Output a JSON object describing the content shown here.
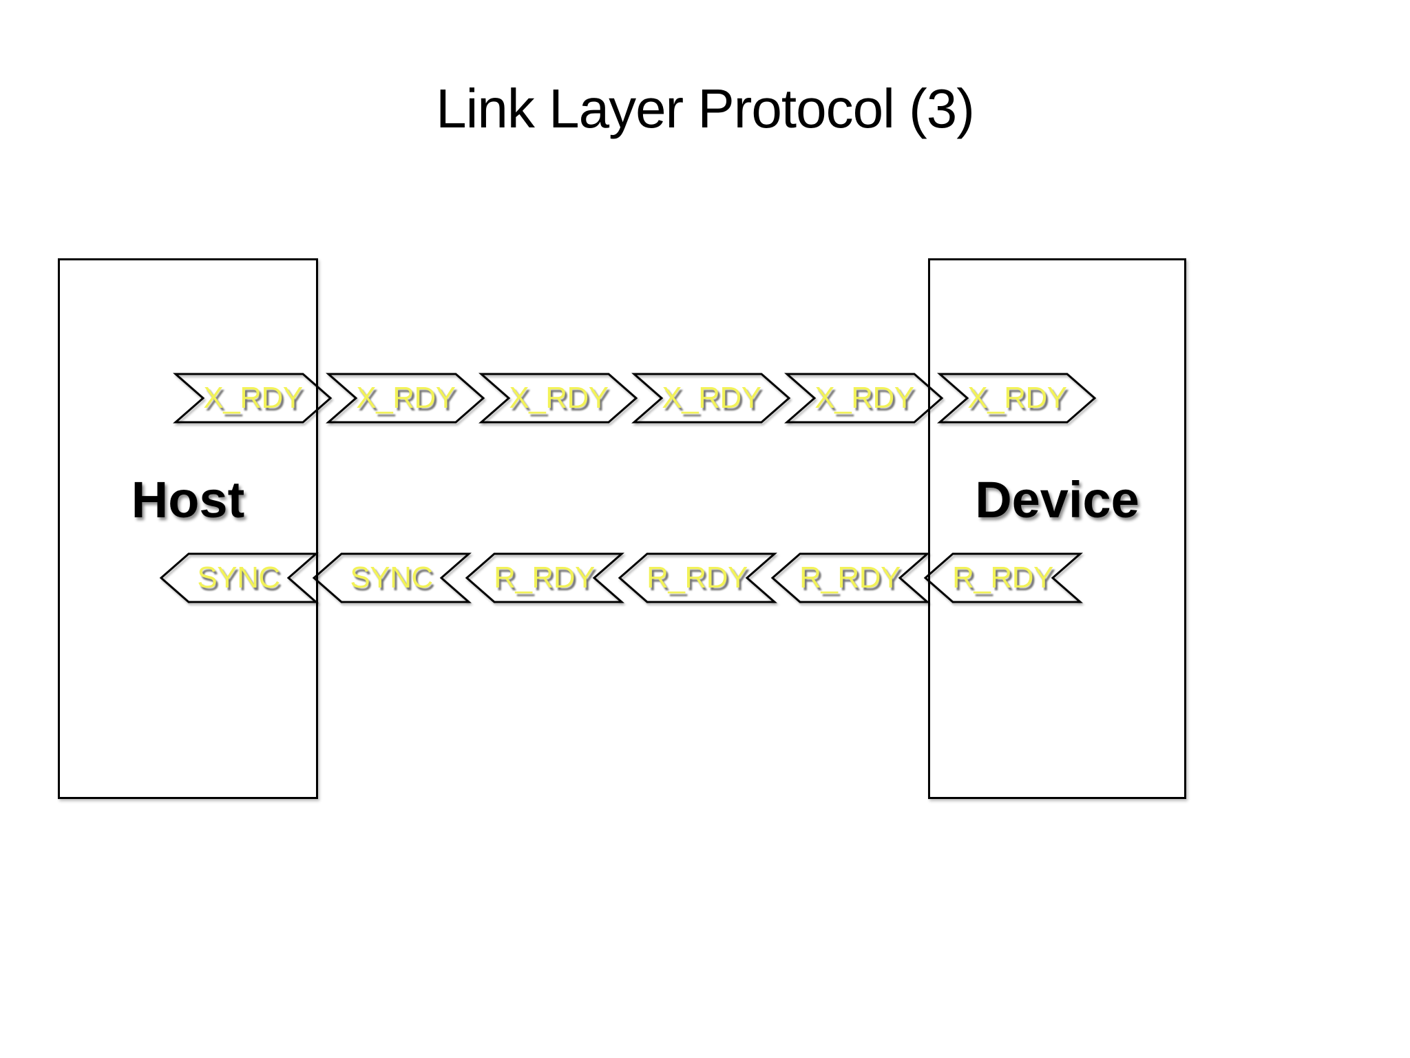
{
  "title": "Link Layer Protocol (3)",
  "host": {
    "label": "Host"
  },
  "device": {
    "label": "Device"
  },
  "arrows": {
    "top": [
      {
        "label": "X_RDY",
        "direction": "right",
        "from": "host",
        "to": "device"
      },
      {
        "label": "X_RDY",
        "direction": "right",
        "from": "host",
        "to": "device"
      },
      {
        "label": "X_RDY",
        "direction": "right",
        "from": "host",
        "to": "device"
      },
      {
        "label": "X_RDY",
        "direction": "right",
        "from": "host",
        "to": "device"
      },
      {
        "label": "X_RDY",
        "direction": "right",
        "from": "host",
        "to": "device"
      },
      {
        "label": "X_RDY",
        "direction": "right",
        "from": "host",
        "to": "device"
      }
    ],
    "bottom": [
      {
        "label": "SYNC",
        "direction": "left",
        "from": "device",
        "to": "host"
      },
      {
        "label": "SYNC",
        "direction": "left",
        "from": "device",
        "to": "host"
      },
      {
        "label": "R_RDY",
        "direction": "left",
        "from": "device",
        "to": "host"
      },
      {
        "label": "R_RDY",
        "direction": "left",
        "from": "device",
        "to": "host"
      },
      {
        "label": "R_RDY",
        "direction": "left",
        "from": "device",
        "to": "host"
      },
      {
        "label": "R_RDY",
        "direction": "left",
        "from": "device",
        "to": "host"
      }
    ]
  },
  "colors": {
    "title_color": "#000000",
    "box_outline": "#000000",
    "arrow_outline": "#000000",
    "arrow_label": "#F2F258"
  }
}
